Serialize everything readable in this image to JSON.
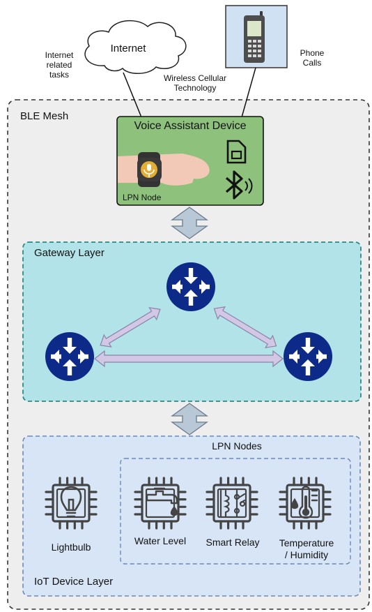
{
  "cloud": {
    "label": "Internet"
  },
  "labels": {
    "internet_tasks": "Internet\nrelated\ntasks",
    "wireless": "Wireless Cellular\nTechnology",
    "phone_calls": "Phone\nCalls"
  },
  "mesh": {
    "title": "BLE Mesh"
  },
  "voice_device": {
    "title": "Voice Assistant Device",
    "node_label": "LPN Node"
  },
  "gateway": {
    "title": "Gateway Layer"
  },
  "iot": {
    "title": "IoT Device Layer",
    "lpn_group_title": "LPN Nodes",
    "devices": [
      {
        "label": "Lightbulb",
        "icon": "lightbulb-chip-icon"
      },
      {
        "label": "Water Level",
        "icon": "faucet-chip-icon"
      },
      {
        "label": "Smart Relay",
        "icon": "relay-chip-icon"
      },
      {
        "label": "Temperature\n/ Humidity",
        "icon": "thermometer-chip-icon"
      }
    ]
  },
  "colors": {
    "mesh_bg": "#eeeeee",
    "voice_bg": "#8ec27c",
    "gateway_bg": "#b2e3e8",
    "gateway_border": "#2a8a86",
    "iot_bg": "#d7e5f7",
    "iot_border": "#6a88b8",
    "router": "#0e2a88",
    "arrow_fill": "#d2c8e6",
    "arrow_stroke": "#8a82a8",
    "updown_fill": "#b9c8d6",
    "chip": "#444444"
  }
}
